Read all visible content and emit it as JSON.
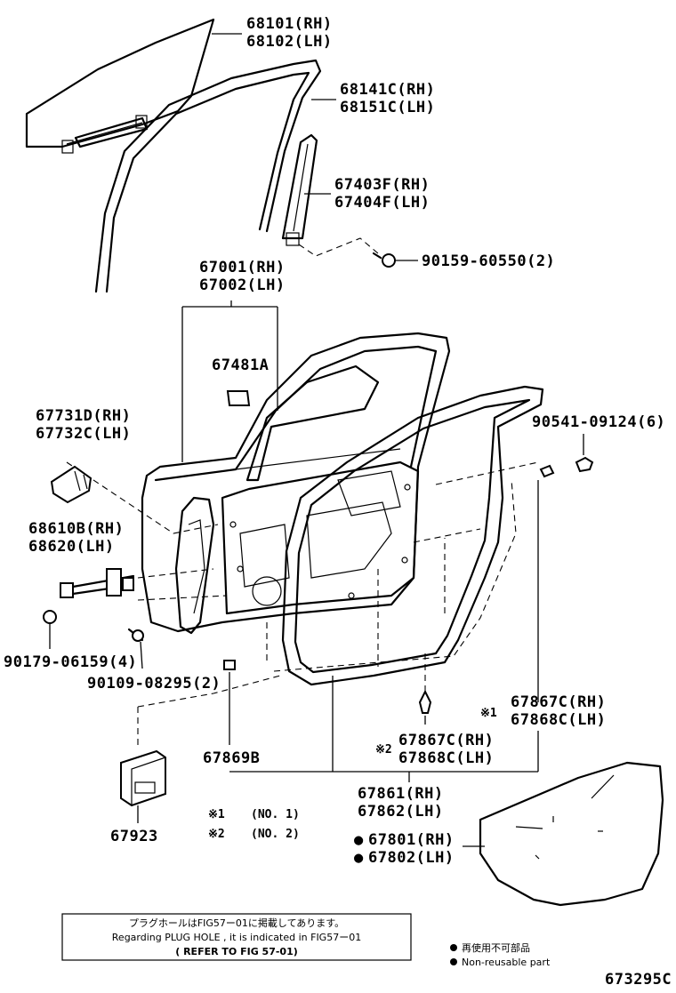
{
  "labels": {
    "p68101": "68101(RH)",
    "p68102": "68102(LH)",
    "p68141c": "68141C(RH)",
    "p68151c": "68151C(LH)",
    "p67403f": "67403F(RH)",
    "p67404f": "67404F(LH)",
    "p90159": "90159-60550(2)",
    "p67001": "67001(RH)",
    "p67002": "67002(LH)",
    "p67481a": "67481A",
    "p67731d": "67731D(RH)",
    "p67732c": "67732C(LH)",
    "p90541": "90541-09124(6)",
    "p68610b": "68610B(RH)",
    "p68620": "68620(LH)",
    "p90179": "90179-06159(4)",
    "p90109": "90109-08295(2)",
    "p67867c_a": "67867C(RH)",
    "p67868c_a": "67868C(LH)",
    "p67869b": "67869B",
    "p67867c_b": "67867C(RH)",
    "p67868c_b": "67868C(LH)",
    "p67861": "67861(RH)",
    "p67862": "67862(LH)",
    "p67923": "67923",
    "p67801": "67801(RH)",
    "p67802": "67802(LH)"
  },
  "marks": {
    "ref1": "※1",
    "ref2": "※2",
    "nonreusable_dot": "●"
  },
  "legend": {
    "mark1": "※1",
    "text1": "(NO. 1)",
    "mark2": "※2",
    "text2": "(NO. 2)"
  },
  "note": {
    "line1": "プラグホールはFIG57ー01に掲載してあります。",
    "line2": "Regarding PLUG HOLE , it is indicated in FIG57ー01",
    "line3": "( REFER TO FIG 57-01)"
  },
  "nonreusable": {
    "jp": "再使用不可部品",
    "en": "Non-reusable part"
  },
  "figure_code": "673295C"
}
